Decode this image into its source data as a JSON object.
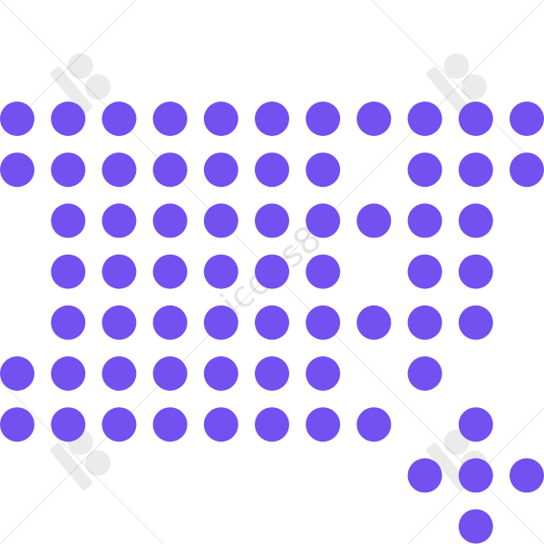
{
  "illustration": {
    "dot_color": "#7350f0",
    "rows": [
      [
        1,
        1,
        1,
        1,
        1,
        1,
        1,
        1,
        1,
        1,
        1
      ],
      [
        1,
        1,
        1,
        1,
        1,
        1,
        1,
        0,
        1,
        1,
        1
      ],
      [
        0,
        1,
        1,
        1,
        1,
        1,
        1,
        1,
        1,
        1,
        0
      ],
      [
        0,
        1,
        1,
        1,
        1,
        1,
        1,
        0,
        1,
        1,
        0
      ],
      [
        0,
        1,
        1,
        1,
        1,
        1,
        1,
        1,
        1,
        1,
        0
      ],
      [
        1,
        1,
        1,
        1,
        1,
        1,
        1,
        0,
        1,
        0,
        0
      ],
      [
        1,
        1,
        1,
        1,
        1,
        1,
        1,
        1,
        0,
        1,
        0
      ],
      [
        0,
        0,
        0,
        0,
        0,
        0,
        0,
        0,
        1,
        1,
        1
      ],
      [
        0,
        0,
        0,
        0,
        0,
        0,
        0,
        0,
        0,
        1,
        0
      ]
    ]
  },
  "watermark": {
    "text": "icons8",
    "logo_icon": "icons8-logo-icon"
  }
}
